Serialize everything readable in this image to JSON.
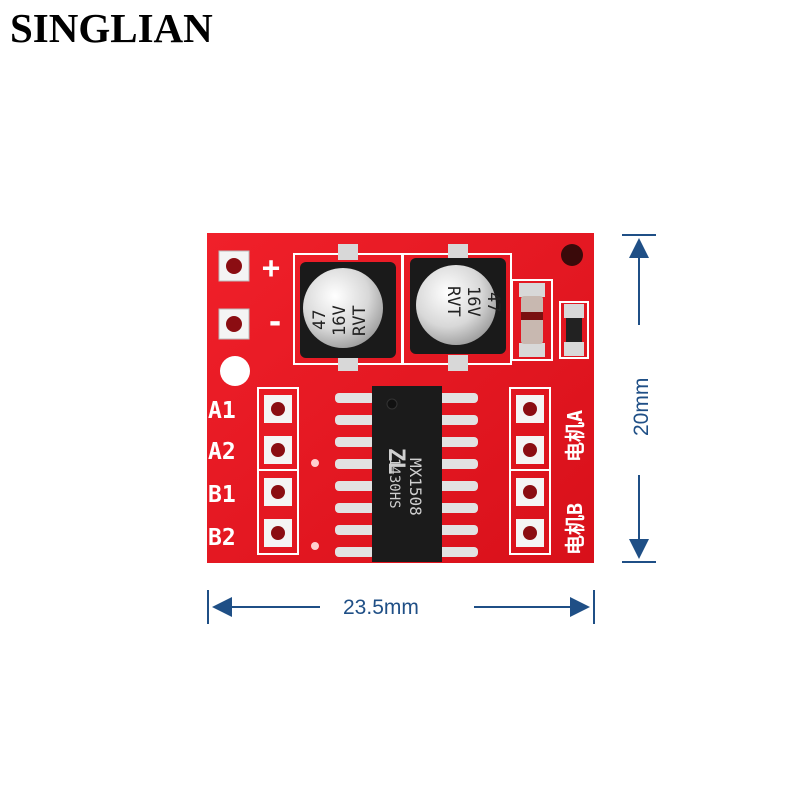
{
  "brand": "SINGLIAN",
  "dimensions": {
    "width": "23.5mm",
    "height": "20mm"
  },
  "board": {
    "power_plus": "+",
    "power_minus": "-",
    "inputs": [
      "A1",
      "A2",
      "B1",
      "B2"
    ],
    "motor_a": "电机A",
    "motor_b": "电机B",
    "capacitor_lines": [
      "47",
      "16V",
      "RVT"
    ],
    "chip_lines": [
      "MX1508",
      "1430HS"
    ],
    "chip_logo": "ZL"
  },
  "colors": {
    "pcb": "#e8141e",
    "dimension": "#1f4f86"
  }
}
